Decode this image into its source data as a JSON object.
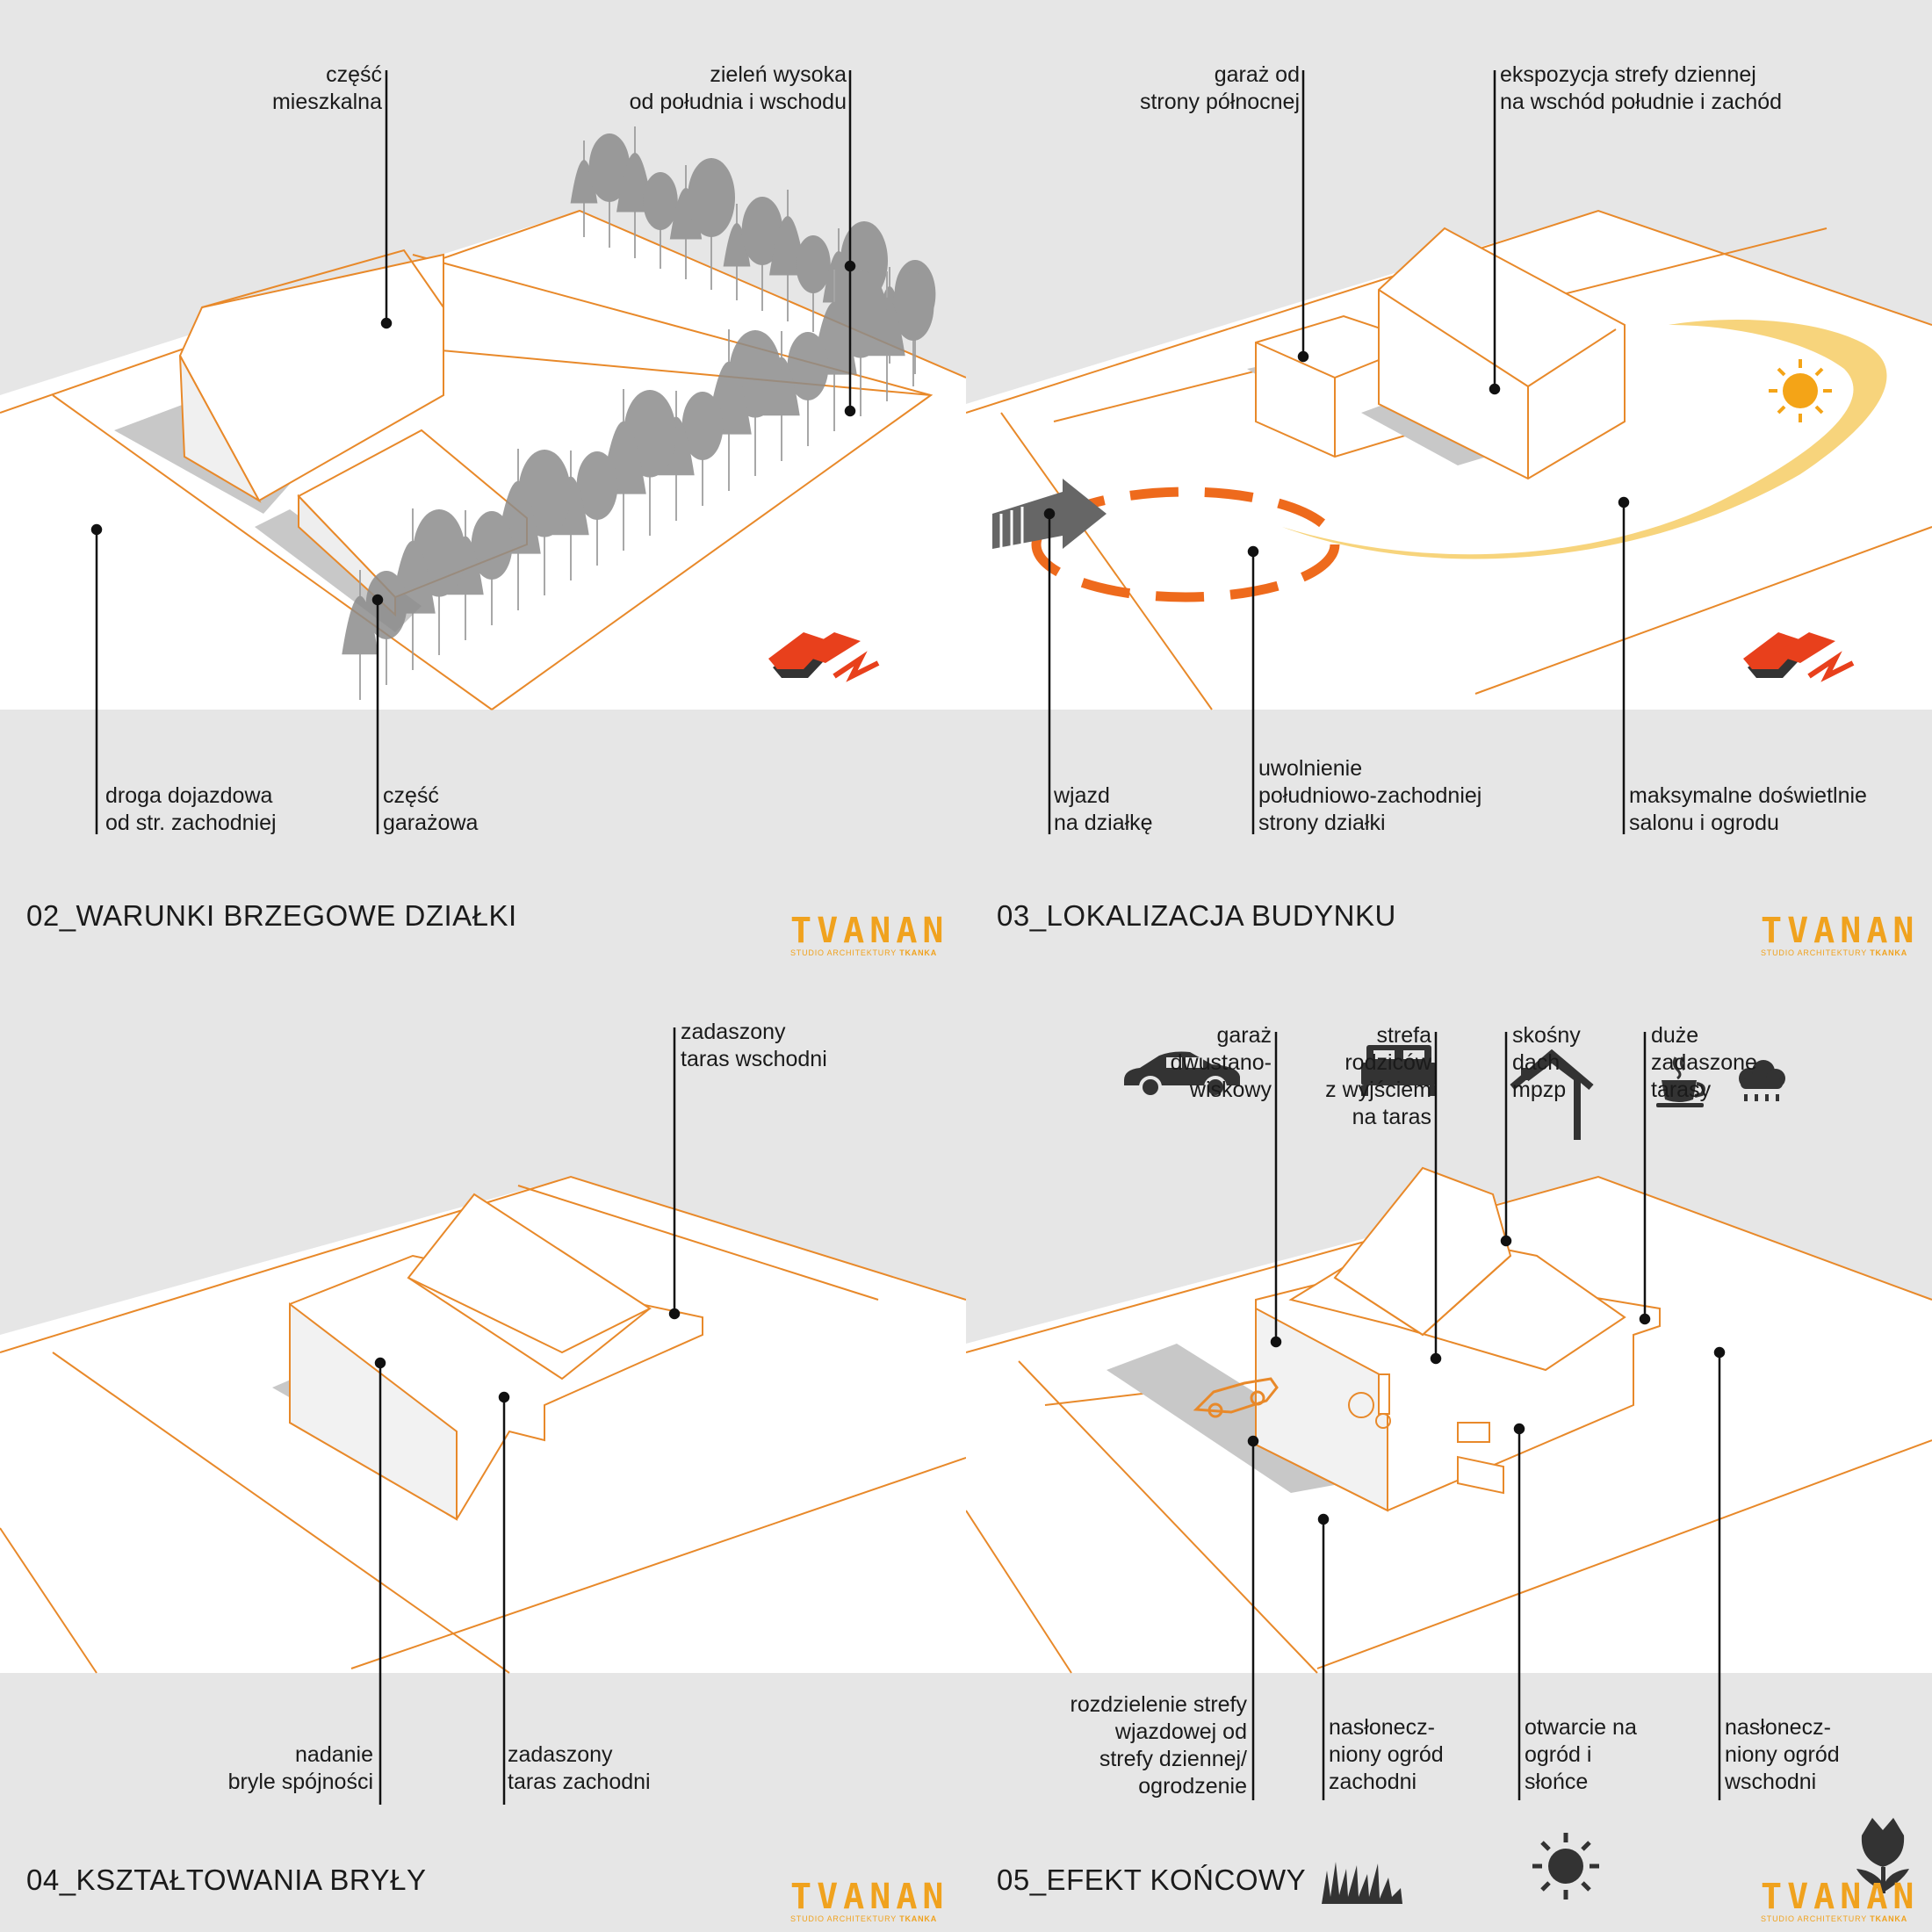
{
  "colors": {
    "background": "#e6e6e6",
    "plot_outline": "#e8892a",
    "sun": "#f4a417",
    "sun_path": "#f6cf6e",
    "zone_ring": "#ee6a1c",
    "north_arrow": "#e8401c",
    "trees": "#8c8c8c",
    "logo": "#f0a21e"
  },
  "logo": {
    "mark": "TVANAN",
    "subtitle": "STUDIO ARCHITEKTURY",
    "brand": "TKANKA"
  },
  "panel02": {
    "title": "02_WARUNKI BRZEGOWE DZIAŁKI",
    "labels": {
      "residential": "część\nmieszkalna",
      "greenery": "zieleń wysoka\nod południa i wschodu",
      "road": "droga dojazdowa\nod str. zachodniej",
      "garage": "część\ngarażowa"
    }
  },
  "panel03": {
    "title": "03_LOKALIZACJA BUDYNKU",
    "labels": {
      "garage_north": "garaż od\nstrony północnej",
      "exposure": "ekspozycja strefy dziennej\nna wschód południe i zachód",
      "entry": "wjazd\nna działkę",
      "release": "uwolnienie\npołudniowo-zachodniej\nstrony działki",
      "daylight": "maksymalne doświetlnie\nsalonu i ogrodu"
    }
  },
  "panel04": {
    "title": "04_KSZTAŁTOWANIA BRYŁY",
    "labels": {
      "east_terrace": "zadaszony\ntaras wschodni",
      "coherence": "nadanie\nbryle spójności",
      "west_terrace": "zadaszony\ntaras zachodni"
    }
  },
  "panel05": {
    "title": "05_EFEKT KOŃCOWY",
    "labels": {
      "garage": "garaż\ndwustano-\nwiskowy",
      "parents": "strefa\nrodziców\nz wyjściem\nna taras",
      "roof": "skośny\ndach\nmpzp",
      "terraces": "duże\nzadaszone\ntarasy",
      "separation": "rozdzielenie strefy\nwjazdowej od\nstrefy dziennej/\nogrodzenie",
      "west_garden": "nasłonecz-\nniony ogród\nzachodni",
      "opening": "otwarcie na\nogród i\nsłońce",
      "east_garden": "nasłonecz-\nniony ogród\nwschodni"
    },
    "icons": [
      "car-icon",
      "bed-icon",
      "house-roof-icon",
      "coffee-cup-icon",
      "rain-cloud-icon",
      "grass-icon",
      "sun-icon",
      "tulip-icon"
    ]
  }
}
